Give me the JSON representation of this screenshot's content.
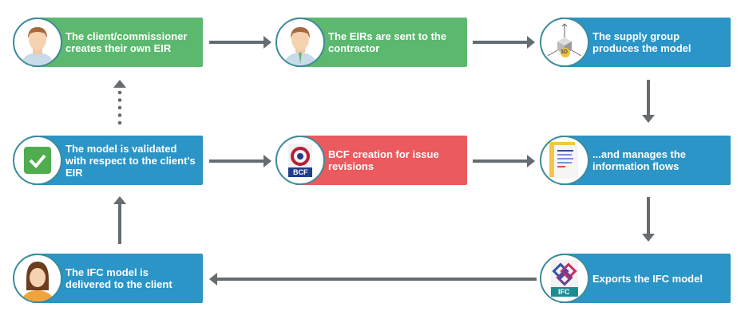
{
  "nodes": [
    {
      "id": "client-creates-eir",
      "text": "The client/commissioner creates their own EIR",
      "color": "#5cb86e",
      "icon": "man-avatar-icon"
    },
    {
      "id": "eirs-sent",
      "text": "The EIRs are sent to the contractor",
      "color": "#5cb86e",
      "icon": "man-avatar-icon"
    },
    {
      "id": "supply-produces",
      "text": "The supply group produces the model",
      "color": "#2a95c6",
      "icon": "3d-cube-icon",
      "icon_label": "3D"
    },
    {
      "id": "model-validated",
      "text": "The model is validated with respect to the client's EIR",
      "color": "#2a95c6",
      "icon": "checkmark-icon"
    },
    {
      "id": "bcf-creation",
      "text": "BCF creation for issue revisions",
      "color": "#ea5a5e",
      "icon": "bcf-file-icon",
      "icon_label": "BCF"
    },
    {
      "id": "manages-flows",
      "text": "...and manages the information flows",
      "color": "#2a95c6",
      "icon": "document-icon"
    },
    {
      "id": "ifc-delivered",
      "text": "The IFC model is delivered to the client",
      "color": "#2a95c6",
      "icon": "woman-avatar-icon"
    },
    {
      "id": "exports-ifc",
      "text": "Exports the IFC model",
      "color": "#2a95c6",
      "icon": "ifc-file-icon",
      "icon_label": "IFC"
    }
  ]
}
